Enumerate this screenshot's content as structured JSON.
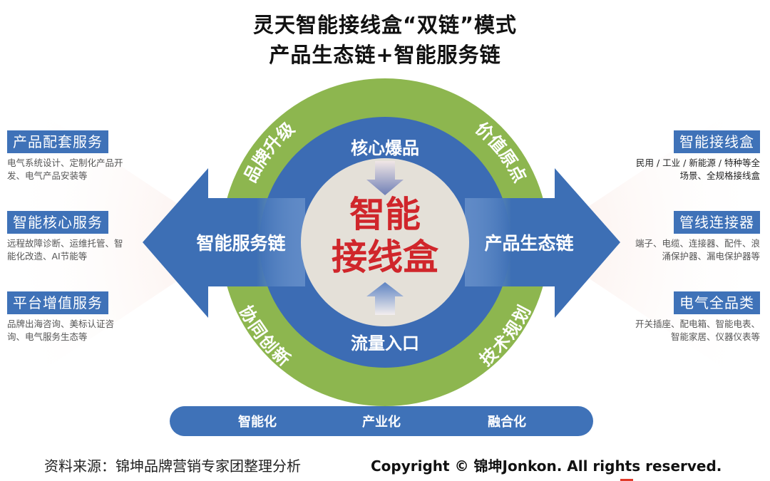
{
  "title": {
    "line1": "灵天智能接线盒“双链”模式",
    "line2": "产品生态链+智能服务链"
  },
  "diagram": {
    "ring_labels": {
      "top_left": "品牌升级",
      "top_right": "价值原点",
      "bottom_left": "协同创新",
      "bottom_right": "技术规划"
    },
    "inner_top": "核心爆品",
    "inner_bottom": "流量入口",
    "center_line1": "智能",
    "center_line2": "接线盒",
    "left_arrow": "智能服务链",
    "right_arrow": "产品生态链",
    "bottom_bar": [
      "智能化",
      "产业化",
      "融合化"
    ],
    "colors": {
      "outer_ring": "#8db64f",
      "inner_ring": "#3c6cb4",
      "core": "#e4e0d8",
      "center_text": "#d0262b",
      "arrow": "#3d6fb5",
      "bar": "#3f72b8"
    }
  },
  "left_services": [
    {
      "title": "产品配套服务",
      "desc": "电气系统设计、定制化产品开发、电气产品安装等"
    },
    {
      "title": "智能核心服务",
      "desc": "远程故障诊断、运维托管、智能化改造、AI节能等"
    },
    {
      "title": "平台增值服务",
      "desc": "品牌出海咨询、美标认证咨询、电气服务生态等"
    }
  ],
  "right_products": [
    {
      "title": "智能接线盒",
      "desc": "民用 / 工业 / 新能源 / 特种等全场景、全规格接线盒"
    },
    {
      "title": "管线连接器",
      "desc": "端子、电缆、连接器、配件、浪涌保护器、漏电保护器等"
    },
    {
      "title": "电气全品类",
      "desc": "开关插座、配电箱、智能电表、智能家居、仪器仪表等"
    }
  ],
  "footer": {
    "source": "资料来源：锦坤品牌营销专家团整理分析",
    "copyright": "Copyright © 锦坤Jonkon. All rights reserved."
  }
}
